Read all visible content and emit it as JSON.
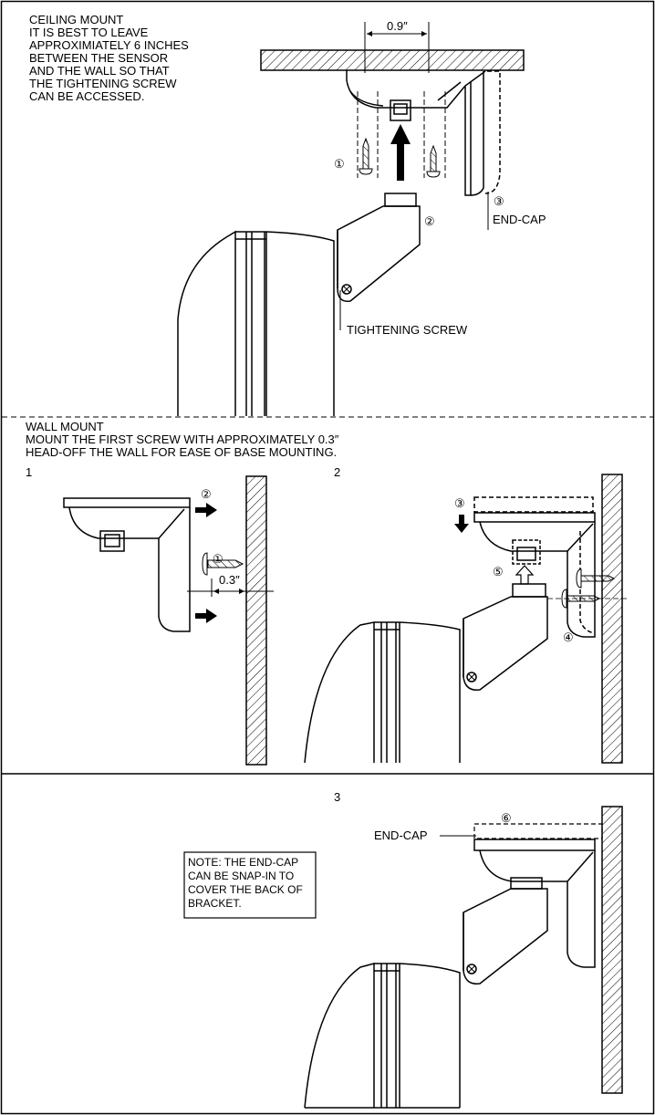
{
  "ceiling": {
    "lines": [
      "CEILING MOUNT",
      "IT IS BEST TO LEAVE",
      "APPROXIMIATELY 6 INCHES",
      "BETWEEN THE SENSOR",
      "AND THE WALL SO THAT",
      "THE TIGHTENING SCREW",
      "CAN BE ACCESSED."
    ],
    "dimension": "0.9″",
    "callout_1": "①",
    "callout_2": "②",
    "callout_3": "③",
    "end_cap_label": "END-CAP",
    "tightening_screw_label": "TIGHTENING SCREW"
  },
  "wall": {
    "lines": [
      "WALL MOUNT",
      "MOUNT THE FIRST SCREW WITH APPROXIMATELY 0.3″",
      "HEAD-OFF THE WALL FOR EASE OF BASE MOUNTING."
    ],
    "step_1": "1",
    "step_2": "2",
    "dimension": "0.3″",
    "callout_1": "①",
    "callout_2": "②",
    "callout_3": "③",
    "callout_4": "④",
    "callout_5": "⑤"
  },
  "snap": {
    "step_3": "3",
    "callout_6": "⑥",
    "end_cap_label": "END-CAP",
    "note_lines": [
      "NOTE: THE END-CAP",
      "CAN BE SNAP-IN TO",
      "COVER THE BACK OF",
      "BRACKET."
    ]
  }
}
